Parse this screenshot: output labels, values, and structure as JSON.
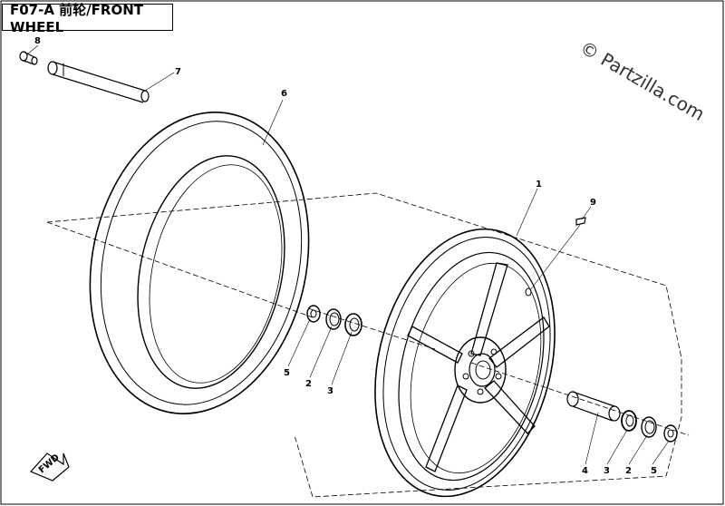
{
  "diagram": {
    "title": "F07-A  前轮/FRONT WHEEL",
    "watermark": "© Partzilla.com",
    "fwd_label": "FWD",
    "callouts": {
      "c1": "1",
      "c2a": "2",
      "c2b": "2",
      "c3a": "3",
      "c3b": "3",
      "c4": "4",
      "c5a": "5",
      "c5b": "5",
      "c6": "6",
      "c7": "7",
      "c8": "8",
      "c9": "9"
    }
  }
}
